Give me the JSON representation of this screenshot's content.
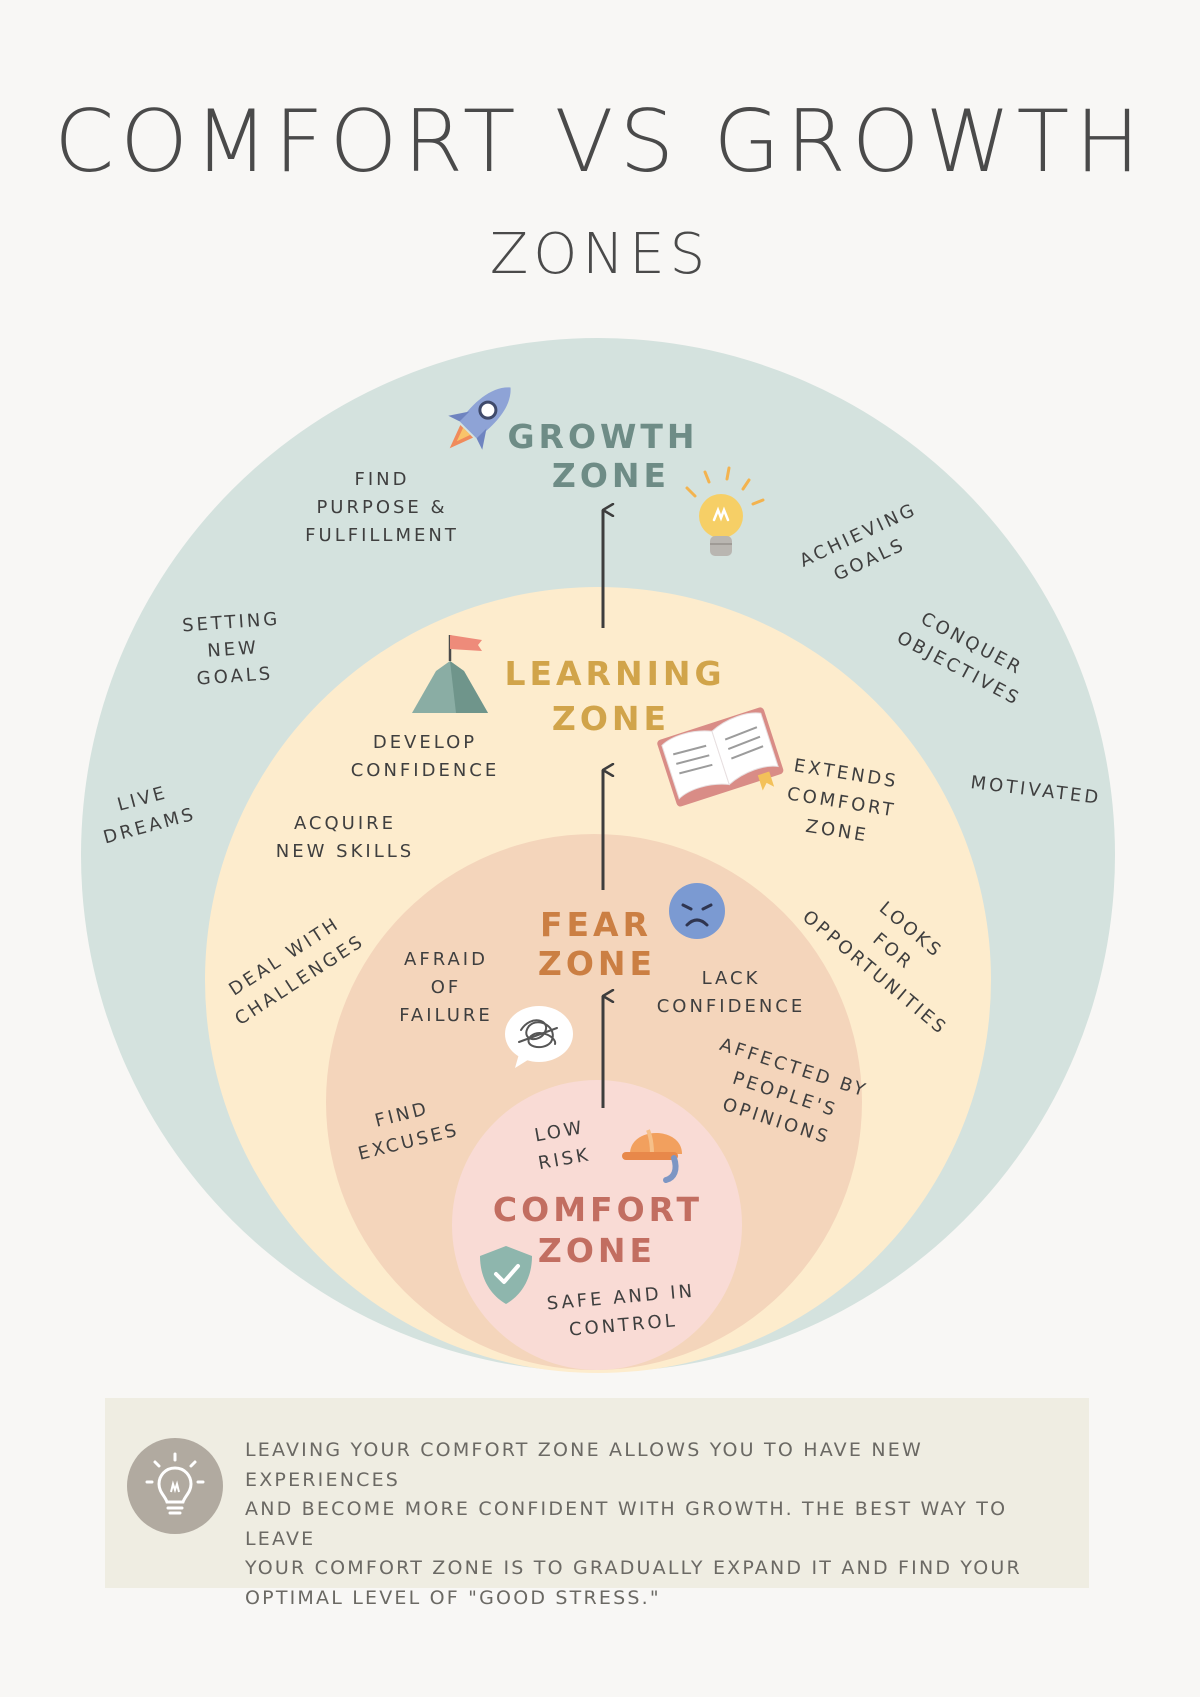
{
  "header": {
    "title": "COMFORT VS GROWTH",
    "subtitle": "ZONES"
  },
  "colors": {
    "growth_zone": "#d4e2de",
    "learning_zone": "#fdeccd",
    "fear_zone": "#f4d5bb",
    "comfort_zone": "#f9dbd5",
    "growth_title": "#6e8c86",
    "learning_title": "#d1a44a",
    "fear_title": "#cb7f43",
    "comfort_title": "#c26e61",
    "note_background": "#efede2"
  },
  "zones": {
    "growth": {
      "title_line1": "GROWTH",
      "title_line2": "ZONE",
      "items": {
        "find_purpose": [
          "FIND",
          "PURPOSE &",
          "FULFILLMENT"
        ],
        "setting_goals": [
          "SETTING",
          "NEW",
          "GOALS"
        ],
        "live_dreams": [
          "LIVE",
          "DREAMS"
        ],
        "achieving_goals": [
          "ACHIEVING",
          "GOALS"
        ],
        "conquer_objectives": [
          "CONQUER",
          "OBJECTIVES"
        ],
        "motivated": [
          "MOTIVATED"
        ]
      }
    },
    "learning": {
      "title_line1": "LEARNING",
      "title_line2": "ZONE",
      "items": {
        "develop_confidence": [
          "DEVELOP",
          "CONFIDENCE"
        ],
        "acquire_skills": [
          "ACQUIRE",
          "NEW SKILLS"
        ],
        "deal_challenges": [
          "DEAL WITH",
          "CHALLENGES"
        ],
        "extends_comfort": [
          "EXTENDS",
          "COMFORT",
          "ZONE"
        ],
        "looks_opportunities": [
          "LOOKS",
          "FOR",
          "OPPORTUNITIES"
        ]
      }
    },
    "fear": {
      "title_line1": "FEAR",
      "title_line2": "ZONE",
      "items": {
        "afraid_failure": [
          "AFRAID",
          "OF",
          "FAILURE"
        ],
        "lack_confidence": [
          "LACK",
          "CONFIDENCE"
        ],
        "find_excuses": [
          "FIND",
          "EXCUSES"
        ],
        "affected_opinions": [
          "AFFECTED BY",
          "PEOPLE'S",
          "OPINIONS"
        ]
      }
    },
    "comfort": {
      "title_line1": "COMFORT",
      "title_line2": "ZONE",
      "items": {
        "low_risk": [
          "LOW",
          "RISK"
        ],
        "safe_control": [
          "SAFE AND IN",
          "CONTROL"
        ]
      }
    }
  },
  "icons": [
    "rocket-icon",
    "lightbulb-icon",
    "mountain-flag-icon",
    "open-book-icon",
    "sad-face-icon",
    "scribble-speech-bubble-icon",
    "hard-hat-icon",
    "shield-check-icon",
    "lightbulb-outline-icon"
  ],
  "note": {
    "lines": [
      "LEAVING YOUR COMFORT ZONE ALLOWS YOU TO HAVE NEW EXPERIENCES",
      "AND BECOME MORE CONFIDENT WITH GROWTH. THE BEST WAY TO LEAVE",
      "YOUR COMFORT ZONE IS TO GRADUALLY EXPAND IT AND FIND YOUR",
      "OPTIMAL LEVEL OF \"GOOD STRESS.\""
    ]
  }
}
